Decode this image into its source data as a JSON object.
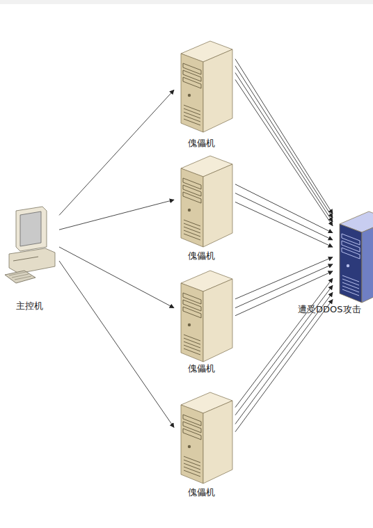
{
  "diagram": {
    "nodes": [
      {
        "text": [
          "主控机"
        ]
      },
      {
        "text": [
          "傀儡机"
        ]
      },
      {
        "text": [
          "傀儡机"
        ]
      },
      {
        "text": [
          "傀儡机"
        ]
      },
      {
        "text": [
          "傀儡机"
        ]
      },
      {
        "text": [
          "遭受DDOS攻击"
        ]
      }
    ],
    "edges": [
      {
        "from": 0,
        "to": 1,
        "arrow": "to"
      },
      {
        "from": 0,
        "to": 2,
        "arrow": "to"
      },
      {
        "from": 0,
        "to": 3,
        "arrow": "to"
      },
      {
        "from": 0,
        "to": 4,
        "arrow": "to"
      },
      {
        "from": 1,
        "to": 5,
        "arrow": "to"
      },
      {
        "from": 1,
        "to": 5,
        "arrow": "to"
      },
      {
        "from": 1,
        "to": 5,
        "arrow": "to"
      },
      {
        "from": 1,
        "to": 5,
        "arrow": "to"
      },
      {
        "from": 2,
        "to": 5,
        "arrow": "to"
      },
      {
        "from": 2,
        "to": 5,
        "arrow": "to"
      },
      {
        "from": 2,
        "to": 5,
        "arrow": "to"
      },
      {
        "from": 3,
        "to": 5,
        "arrow": "to"
      },
      {
        "from": 3,
        "to": 5,
        "arrow": "to"
      },
      {
        "from": 3,
        "to": 5,
        "arrow": "to"
      },
      {
        "from": 4,
        "to": 5,
        "arrow": "to"
      },
      {
        "from": 4,
        "to": 5,
        "arrow": "to"
      },
      {
        "from": 4,
        "to": 5,
        "arrow": "to"
      },
      {
        "from": 4,
        "to": 5,
        "arrow": "to"
      }
    ]
  }
}
